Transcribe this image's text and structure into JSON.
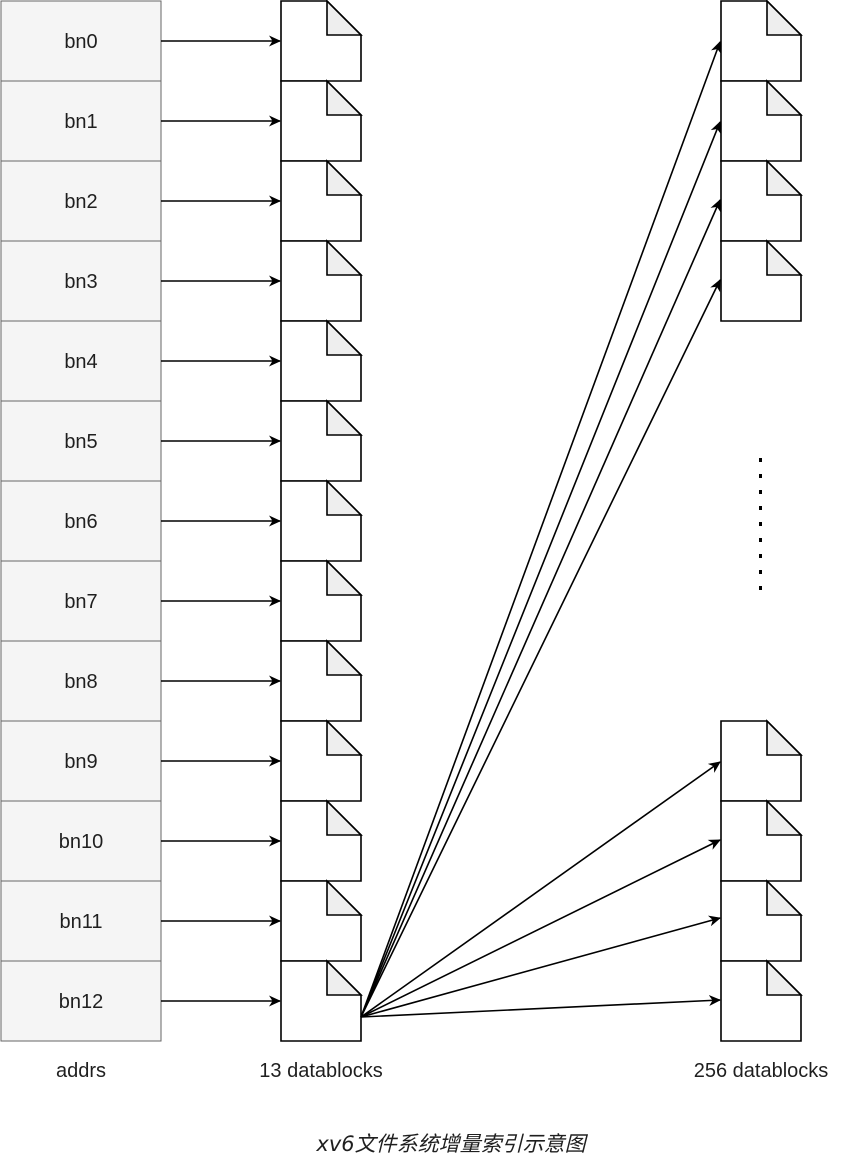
{
  "addrs": {
    "label": "addrs",
    "cells": [
      "bn0",
      "bn1",
      "bn2",
      "bn3",
      "bn4",
      "bn5",
      "bn6",
      "bn7",
      "bn8",
      "bn9",
      "bn10",
      "bn11",
      "bn12"
    ]
  },
  "direct_blocks": {
    "label": "13 datablocks",
    "count": 13
  },
  "indirect_blocks": {
    "label": "256 datablocks",
    "top_visible": 4,
    "bottom_visible": 4,
    "ellipsis": "vertical-dots"
  },
  "caption": "xv6文件系统增量索引示意图",
  "icons": {
    "block": "document-icon",
    "arrow": "arrow-right-icon"
  },
  "colors": {
    "cell_fill": "#f5f5f5",
    "cell_stroke": "#666666",
    "fold_fill": "#eeeeee",
    "line": "#000000"
  }
}
